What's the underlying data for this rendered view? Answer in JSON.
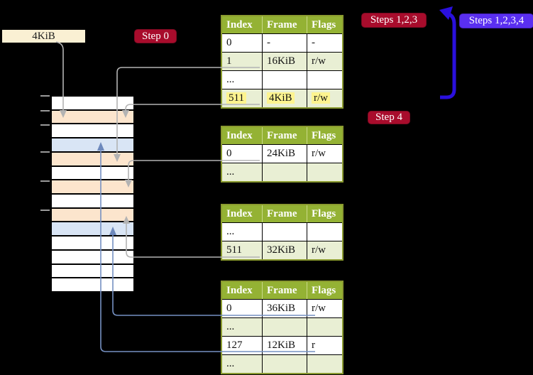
{
  "page_size_label": "4KiB",
  "badges": {
    "step0": "Step 0",
    "steps123": "Steps 1,2,3",
    "steps1234": "Steps 1,2,3,4",
    "step4": "Step 4"
  },
  "tables": [
    {
      "name": "page-table-1",
      "headers": [
        "Index",
        "Frame",
        "Flags"
      ],
      "rows": [
        {
          "index": "0",
          "frame": "-",
          "flags": "-"
        },
        {
          "index": "1",
          "frame": "16KiB",
          "flags": "r/w"
        },
        {
          "index": "...",
          "frame": "",
          "flags": ""
        },
        {
          "index": "511",
          "frame": "4KiB",
          "flags": "r/w",
          "highlighted": true
        }
      ]
    },
    {
      "name": "page-table-2",
      "headers": [
        "Index",
        "Frame",
        "Flags"
      ],
      "rows": [
        {
          "index": "0",
          "frame": "24KiB",
          "flags": "r/w"
        },
        {
          "index": "...",
          "frame": "",
          "flags": ""
        }
      ]
    },
    {
      "name": "page-table-3",
      "headers": [
        "Index",
        "Frame",
        "Flags"
      ],
      "rows": [
        {
          "index": "...",
          "frame": "",
          "flags": ""
        },
        {
          "index": "511",
          "frame": "32KiB",
          "flags": "r/w"
        }
      ]
    },
    {
      "name": "page-table-4",
      "headers": [
        "Index",
        "Frame",
        "Flags"
      ],
      "rows": [
        {
          "index": "0",
          "frame": "36KiB",
          "flags": "r/w"
        },
        {
          "index": "...",
          "frame": "",
          "flags": ""
        },
        {
          "index": "127",
          "frame": "12KiB",
          "flags": "r"
        },
        {
          "index": "...",
          "frame": "",
          "flags": ""
        }
      ]
    }
  ],
  "memory": {
    "stripes": [
      "s-white",
      "s-peach",
      "s-white",
      "s-blue",
      "s-peach",
      "s-white",
      "s-peach",
      "s-white",
      "s-peach",
      "s-blue",
      "s-white",
      "s-white",
      "s-white",
      "s-white"
    ]
  },
  "palette": {
    "background": "#000000",
    "table_header_green": "#94b234",
    "table_border_olive": "#8a9a2f",
    "row_light_green": "#e9efd4",
    "highlight_yellow": "#fdf48f",
    "frame_peach": "#fce5cd",
    "frame_blue": "#d9e5f5",
    "label_cream": "#faf0d3",
    "badge_red": "#a80c2c",
    "badge_blue": "#5a2ff0",
    "recursive_arrow_blue": "#2a10dd",
    "connector_gray": "#b3b3b3",
    "connector_steel_blue": "#7590c2"
  }
}
